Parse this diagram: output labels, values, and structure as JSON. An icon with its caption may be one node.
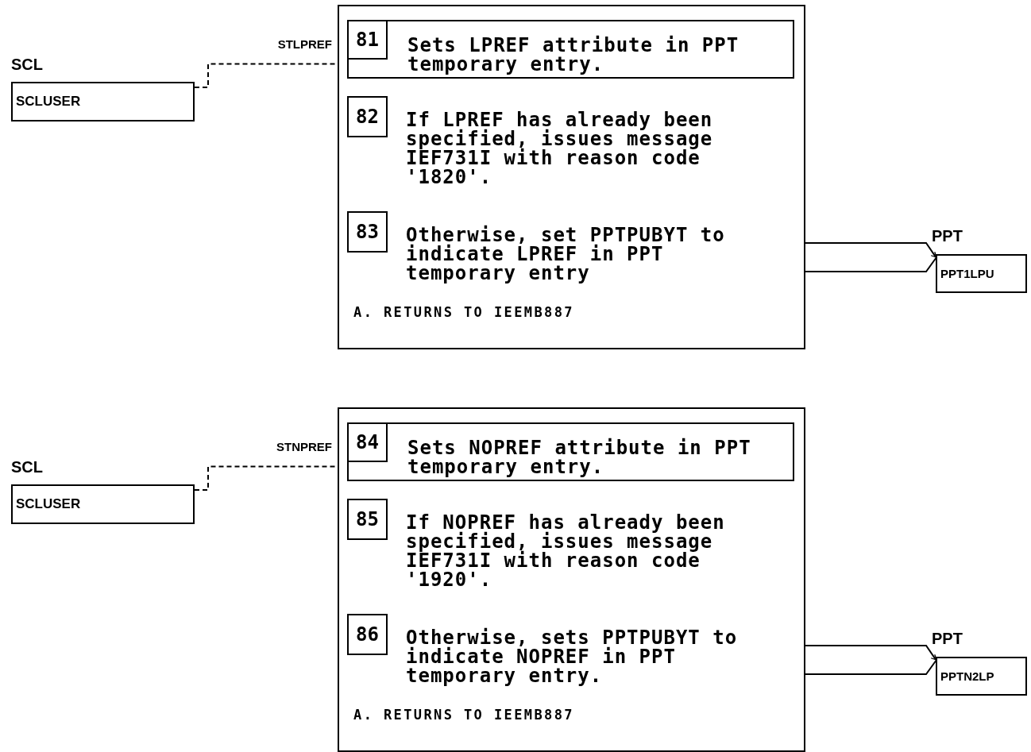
{
  "diagram": {
    "nodes": [
      {
        "text": [
          "SCL",
          "SCLUSER"
        ]
      },
      {
        "text": [
          "A. RETURNS TO IEEMB887"
        ]
      },
      {
        "text": [
          "Sets LPREF attribute in PPT temporary entry."
        ],
        "in": 1
      },
      {
        "text": [
          "81"
        ],
        "in": 2
      },
      {
        "text": [
          "82"
        ],
        "in": 1,
        "beside": [
          "If LPREF has already been specified, issues message IEF731I with reason code '1820'."
        ]
      },
      {
        "text": [
          "83"
        ],
        "in": 1,
        "beside": [
          "Otherwise, set PPTPUBYT to indicate LPREF in PPT temporary entry"
        ]
      },
      {
        "text": [
          "PPT",
          "PPT1LPU"
        ]
      },
      {
        "text": [
          "SCL",
          "SCLUSER"
        ]
      },
      {
        "text": [
          "A. RETURNS TO IEEMB887"
        ]
      },
      {
        "text": [
          "Sets NOPREF attribute in PPT temporary entry."
        ],
        "in": 8
      },
      {
        "text": [
          "84"
        ],
        "in": 9
      },
      {
        "text": [
          "85"
        ],
        "in": 8,
        "beside": [
          "If NOPREF has already been specified, issues message IEF731I with reason code '1920'."
        ]
      },
      {
        "text": [
          "86"
        ],
        "in": 8,
        "beside": [
          "Otherwise, sets PPTPUBYT to indicate NOPREF in PPT temporary entry."
        ]
      },
      {
        "text": [
          "PPT",
          "PPTN2LP"
        ]
      }
    ],
    "edges": [
      {
        "from": 0,
        "to": 2,
        "arrow": "to",
        "label": "STLPREF",
        "style": "dashed"
      },
      {
        "from": 1,
        "to": 6,
        "arrow": "to"
      },
      {
        "from": 7,
        "to": 9,
        "arrow": "to",
        "label": "STNPREF",
        "style": "dashed"
      },
      {
        "from": 8,
        "to": 13,
        "arrow": "to"
      }
    ]
  }
}
